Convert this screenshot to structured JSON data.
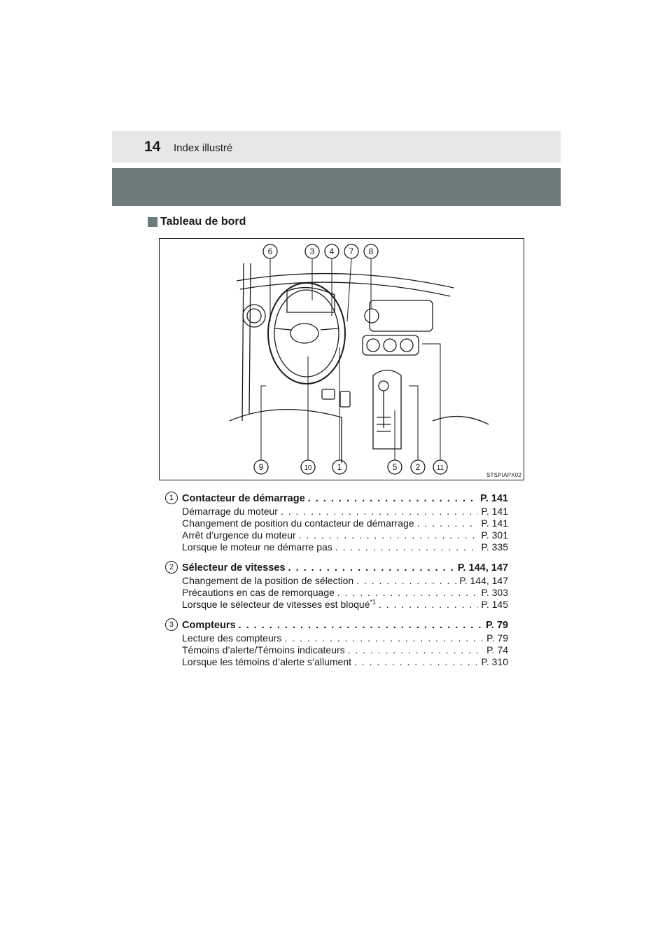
{
  "header": {
    "page_number": "14",
    "title": "Index illustré"
  },
  "section": {
    "title": "Tableau de bord"
  },
  "figure": {
    "code": "STSPIAPX02",
    "callouts_top": [
      "6",
      "3",
      "4",
      "7",
      "8"
    ],
    "callouts_bottom": [
      "9",
      "10",
      "1",
      "5",
      "2",
      "11"
    ]
  },
  "entries": [
    {
      "number": "1",
      "title": "Contacteur de démarrage",
      "page": "P. 141",
      "subs": [
        {
          "text": "Démarrage du moteur",
          "page": "P. 141"
        },
        {
          "text": "Changement de position du contacteur de démarrage",
          "page": "P. 141"
        },
        {
          "text": "Arrêt d’urgence du moteur",
          "page": "P. 301"
        },
        {
          "text": "Lorsque le moteur ne démarre pas",
          "page": "P. 335"
        }
      ]
    },
    {
      "number": "2",
      "title": "Sélecteur de vitesses",
      "page": "P. 144, 147",
      "subs": [
        {
          "text": "Changement de la position de sélection",
          "page": "P. 144, 147"
        },
        {
          "text": "Précautions en cas de remorquage",
          "page": "P. 303"
        },
        {
          "text": "Lorsque le sélecteur de vitesses est bloqué",
          "sup": "*1",
          "page": "P. 145"
        }
      ]
    },
    {
      "number": "3",
      "title": "Compteurs",
      "page": "P. 79",
      "subs": [
        {
          "text": "Lecture des compteurs",
          "page": "P. 79"
        },
        {
          "text": "Témoins d’alerte/Témoins indicateurs",
          "page": "P. 74"
        },
        {
          "text": "Lorsque les témoins d’alerte s’allument",
          "page": "P. 310"
        }
      ]
    }
  ]
}
